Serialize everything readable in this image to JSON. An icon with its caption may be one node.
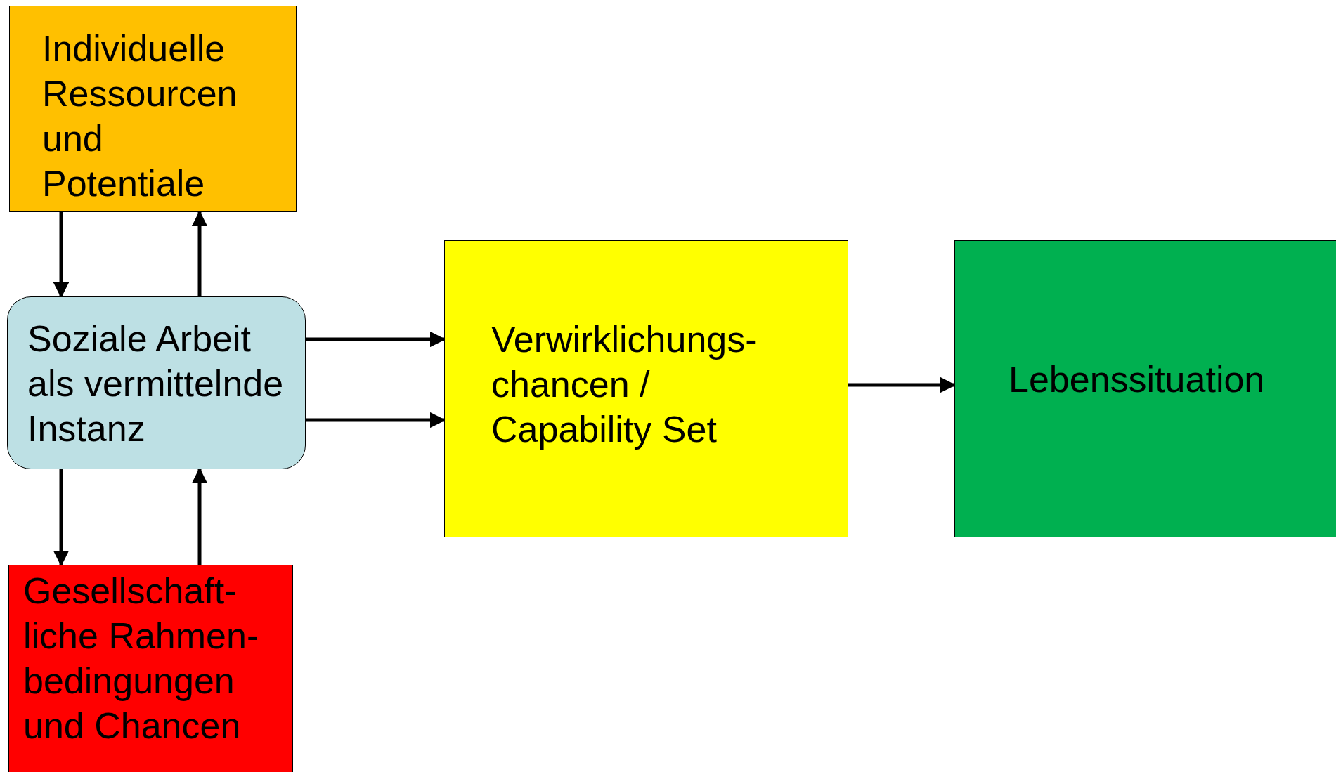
{
  "diagram": {
    "nodes": [
      {
        "text": [
          "Individuelle Ressourcen und Potentiale"
        ]
      },
      {
        "text": [
          "Soziale Arbeit als vermittelnde Instanz"
        ]
      },
      {
        "text": [
          "Gesellschaft- liche Rahmen- bedingungen und Chancen"
        ]
      },
      {
        "text": [
          "Verwirklichungs- chancen / Capability Set"
        ]
      },
      {
        "text": [
          "Lebenssituation"
        ]
      }
    ],
    "edges": [
      {
        "from": 0,
        "to": 1,
        "arrow": "to"
      },
      {
        "from": 1,
        "to": 0,
        "arrow": "to"
      },
      {
        "from": 1,
        "to": 2,
        "arrow": "to"
      },
      {
        "from": 2,
        "to": 1,
        "arrow": "to"
      },
      {
        "from": 1,
        "to": 3,
        "arrow": "to"
      },
      {
        "from": 1,
        "to": 3,
        "arrow": "to"
      },
      {
        "from": 3,
        "to": 4,
        "arrow": "to"
      }
    ]
  }
}
